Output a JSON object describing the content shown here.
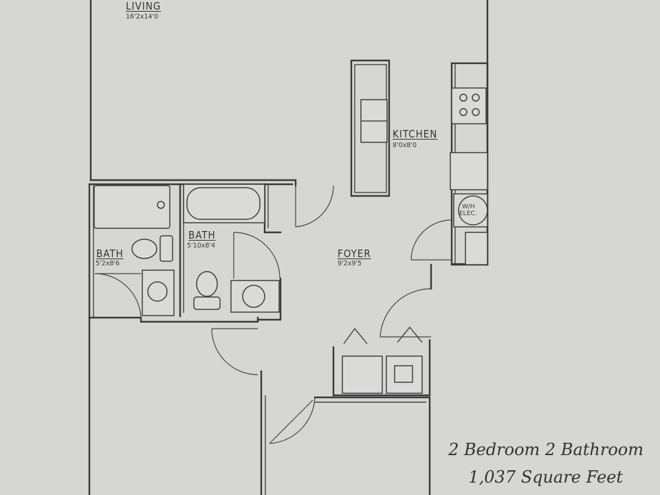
{
  "rooms": {
    "living": {
      "name": "LIVING",
      "dims": "16'2x14'0"
    },
    "kitchen": {
      "name": "KITCHEN",
      "dims": "8'0x8'0"
    },
    "bath_left": {
      "name": "BATH",
      "dims": "5'2x8'6"
    },
    "bath_right": {
      "name": "BATH",
      "dims": "5'10x8'4"
    },
    "foyer": {
      "name": "FOYER",
      "dims": "9'2x9'5"
    }
  },
  "fixtures": {
    "water_heater_label": "W/H",
    "elec_label": "ELEC."
  },
  "caption": {
    "line1": "2 Bedroom 2 Bathroom",
    "line2": "1,037 Square Feet"
  }
}
